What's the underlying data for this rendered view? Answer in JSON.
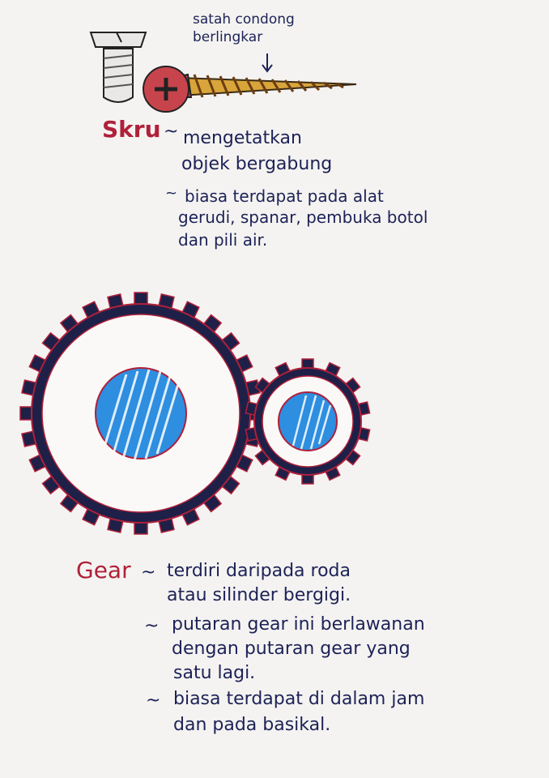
{
  "screw": {
    "callout_line1": "satah condong",
    "callout_line2": "berlingkar",
    "title": "Skru",
    "def_line1": "mengetatkan",
    "def_line2": "objek bergabung",
    "ex_line1": "biasa terdapat pada alat",
    "ex_line2": "gerudi, spanar, pembuka botol",
    "ex_line3": "dan pili air."
  },
  "gear": {
    "title": "Gear",
    "def_line1": "terdiri daripada roda",
    "def_line2": "atau silinder bergigi.",
    "b1_line1": "putaran gear ini berlawanan",
    "b1_line2": "dengan putaran gear yang",
    "b1_line3": "satu lagi.",
    "b2_line1": "biasa terdapat di dalam jam",
    "b2_line2": "dan pada basikal."
  },
  "colors": {
    "ink_blue": "#1d2257",
    "title_red": "#b0203a",
    "gear_dark": "#1e2048",
    "gear_fill_blue": "#2e8ee0",
    "screw_gold": "#d9a53a",
    "screw_head_red": "#c8444c"
  }
}
